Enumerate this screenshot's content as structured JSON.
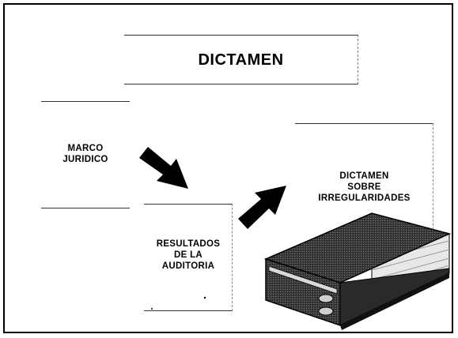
{
  "title": "DICTAMEN",
  "boxes": {
    "marco": [
      "MARCO",
      "JURIDICO"
    ],
    "resultados": [
      "RESULTADOS",
      "DE LA",
      "AUDITORIA"
    ],
    "irregularidades": [
      "DICTAMEN",
      "SOBRE",
      "IRREGULARIDADES"
    ]
  },
  "icons": {
    "arrow_down": "arrow-down-right-icon",
    "arrow_up": "arrow-up-right-icon",
    "book": "binder-book-icon"
  }
}
